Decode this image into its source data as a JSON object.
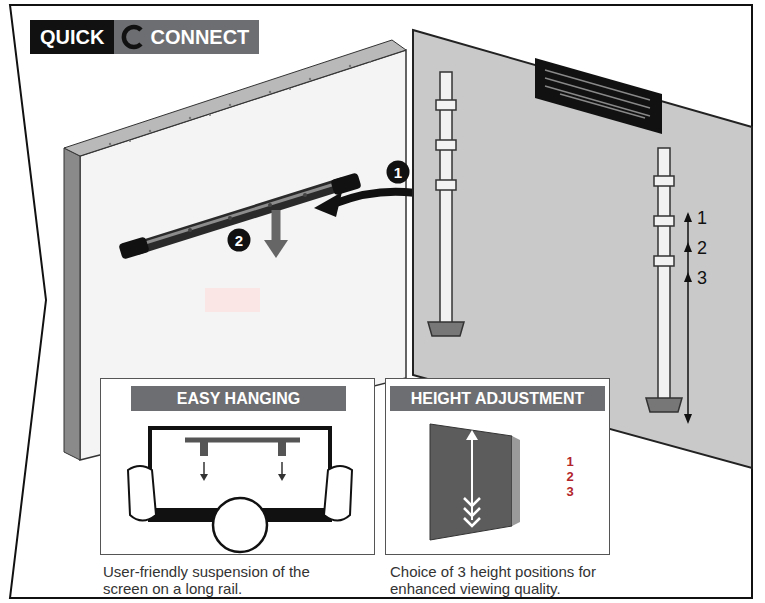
{
  "diagram": {
    "nodes": [
      {
        "text": [
          "QUICK"
        ]
      },
      {
        "text": [
          "CONNECT"
        ]
      },
      {
        "text": [
          "EASY HANGING",
          "User-friendly suspension of the screen on a long rail."
        ]
      },
      {
        "text": [
          "HEIGHT ADJUSTMENT",
          "Choice of 3 height positions for enhanced viewing quality."
        ]
      }
    ],
    "labels": [
      "1",
      "2",
      "1",
      "2",
      "3",
      "1",
      "2",
      "3"
    ]
  }
}
